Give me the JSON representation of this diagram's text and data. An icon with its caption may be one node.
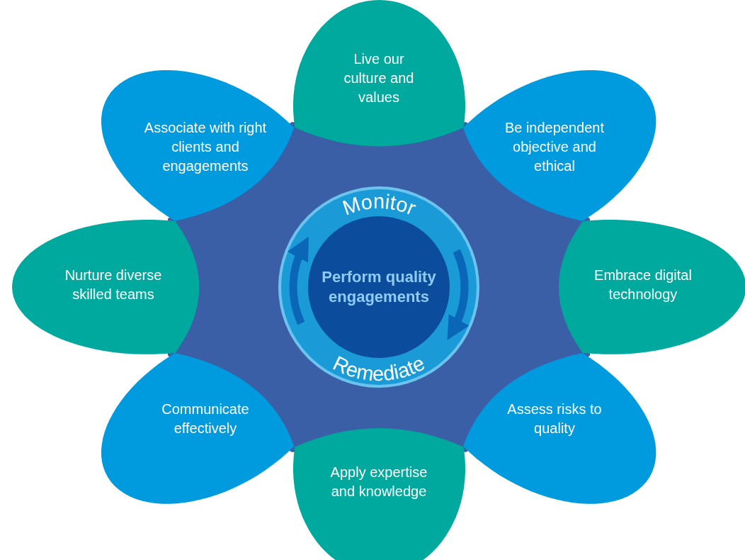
{
  "diagram": {
    "nodes": [
      {
        "text": [
          "Live our culture and values"
        ]
      },
      {
        "text": [
          "Associate with right clients and engagements"
        ]
      },
      {
        "text": [
          "Be independent objective and ethical"
        ]
      },
      {
        "text": [
          "Nurture diverse skilled teams"
        ]
      },
      {
        "text": [
          "Embrace digital technology"
        ]
      },
      {
        "text": [
          "Communicate effectively"
        ]
      },
      {
        "text": [
          "Assess risks to quality"
        ]
      },
      {
        "text": [
          "Apply expertise and knowledge"
        ]
      },
      {
        "text": [
          "Monitor",
          "Remediate"
        ]
      },
      {
        "text": [
          "Perform quality engagements"
        ],
        "in": 8
      }
    ]
  }
}
